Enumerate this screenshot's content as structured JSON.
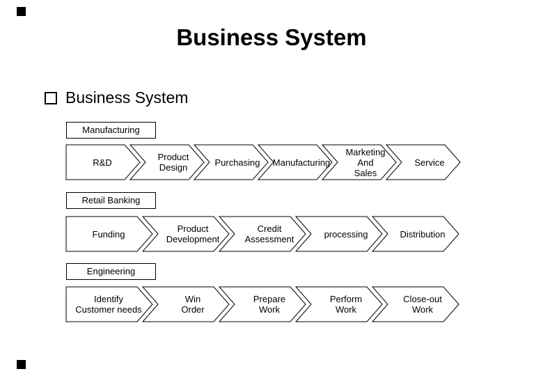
{
  "slide": {
    "title": "Business System",
    "bullet_heading": "Business System",
    "colors": {
      "outline": "#000000",
      "shape_fill": "#ffffff",
      "text": "#000000"
    },
    "bullet_icon": "hollow-square-bullet",
    "rows": [
      {
        "label": "Manufacturing",
        "steps": [
          "R&D",
          "Product\nDesign",
          "Purchasing",
          "Manufacturing",
          "Marketing\nAnd\nSales",
          "Service"
        ]
      },
      {
        "label": "Retail Banking",
        "steps": [
          "Funding",
          "Product\nDevelopment",
          "Credit\nAssessment",
          "processing",
          "Distribution"
        ]
      },
      {
        "label": "Engineering",
        "steps": [
          "Identify\nCustomer needs",
          "Win\nOrder",
          "Prepare\nWork",
          "Perform\nWork",
          "Close-out\nWork"
        ]
      }
    ]
  }
}
